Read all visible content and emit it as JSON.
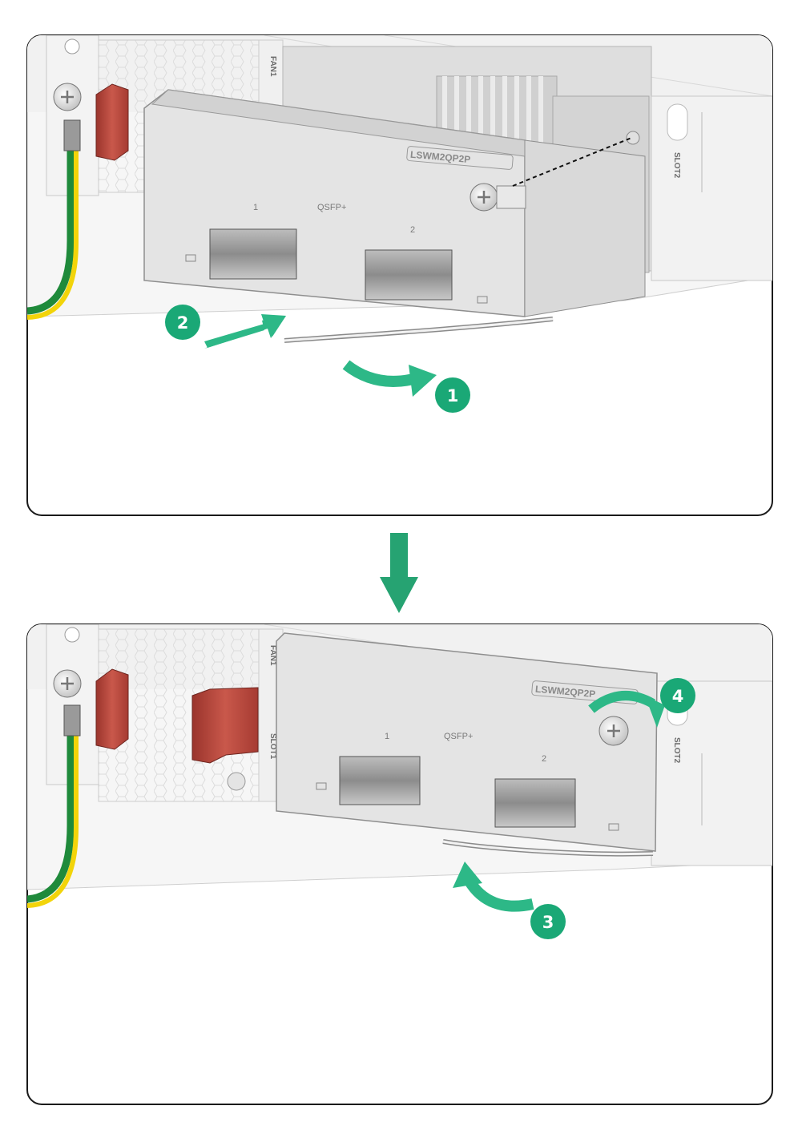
{
  "panel_top": {
    "fan_label": "FAN1",
    "slot_label": "SLOT2",
    "module_model": "LSWM2QP2P",
    "port_type": "QSFP+",
    "port_1": "1",
    "port_2": "2",
    "steps": [
      "1",
      "2"
    ]
  },
  "panel_bottom": {
    "fan_label": "FAN1",
    "slot1_label": "SLOT1",
    "slot_label": "SLOT2",
    "module_model": "LSWM2QP2P",
    "port_type": "QSFP+",
    "port_1": "1",
    "port_2": "2",
    "steps": [
      "3",
      "4"
    ]
  },
  "colors": {
    "step_green": "#1aa876",
    "arrow_green": "#2db887",
    "transition_arrow": "#26a372",
    "ground_green": "#1f8a3b",
    "ground_yellow": "#f2d40a",
    "terminal_red": "#b5443a",
    "module_gray": "#e4e4e4"
  }
}
